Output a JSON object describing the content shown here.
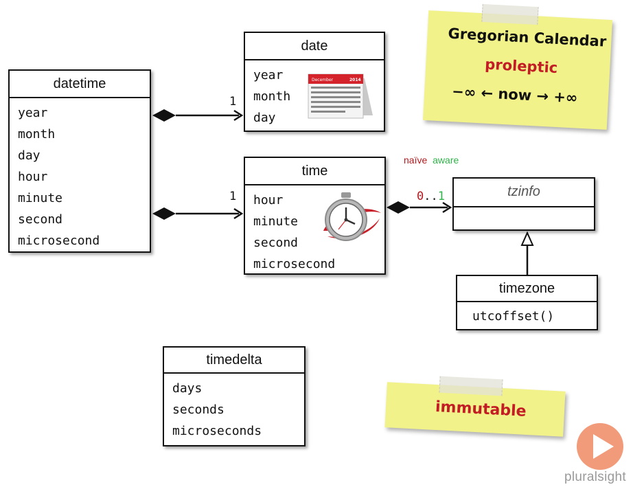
{
  "classes": {
    "datetime": {
      "title": "datetime",
      "attrs": [
        "year",
        "month",
        "day",
        "hour",
        "minute",
        "second",
        "microsecond"
      ]
    },
    "date": {
      "title": "date",
      "attrs": [
        "year",
        "month",
        "day"
      ]
    },
    "time": {
      "title": "time",
      "attrs": [
        "hour",
        "minute",
        "second",
        "microsecond"
      ]
    },
    "tzinfo": {
      "title": "tzinfo"
    },
    "timezone": {
      "title": "timezone",
      "attrs": [
        "utcoffset()"
      ]
    },
    "timedelta": {
      "title": "timedelta",
      "attrs": [
        "days",
        "seconds",
        "microseconds"
      ]
    }
  },
  "multiplicities": {
    "date": "1",
    "time": "1",
    "tzinfo_lower": "0",
    "tzinfo_sep": "..",
    "tzinfo_upper": "1"
  },
  "tz_labels": {
    "naive": "naïve",
    "aware": "aware"
  },
  "calendar_icon": {
    "month": "December",
    "year": "2014"
  },
  "notes": {
    "calendar": {
      "line1": "Gregorian Calendar",
      "line2": "proleptic",
      "line3": "−∞ ← now → +∞"
    },
    "immutable": "immutable"
  },
  "brand": {
    "name": "pluralsight"
  },
  "colors": {
    "naive": "#b5191f",
    "aware": "#2fb34a",
    "note": "#f2f28a",
    "handwriting_red": "#c21c24",
    "brand": "#e87a4f"
  }
}
